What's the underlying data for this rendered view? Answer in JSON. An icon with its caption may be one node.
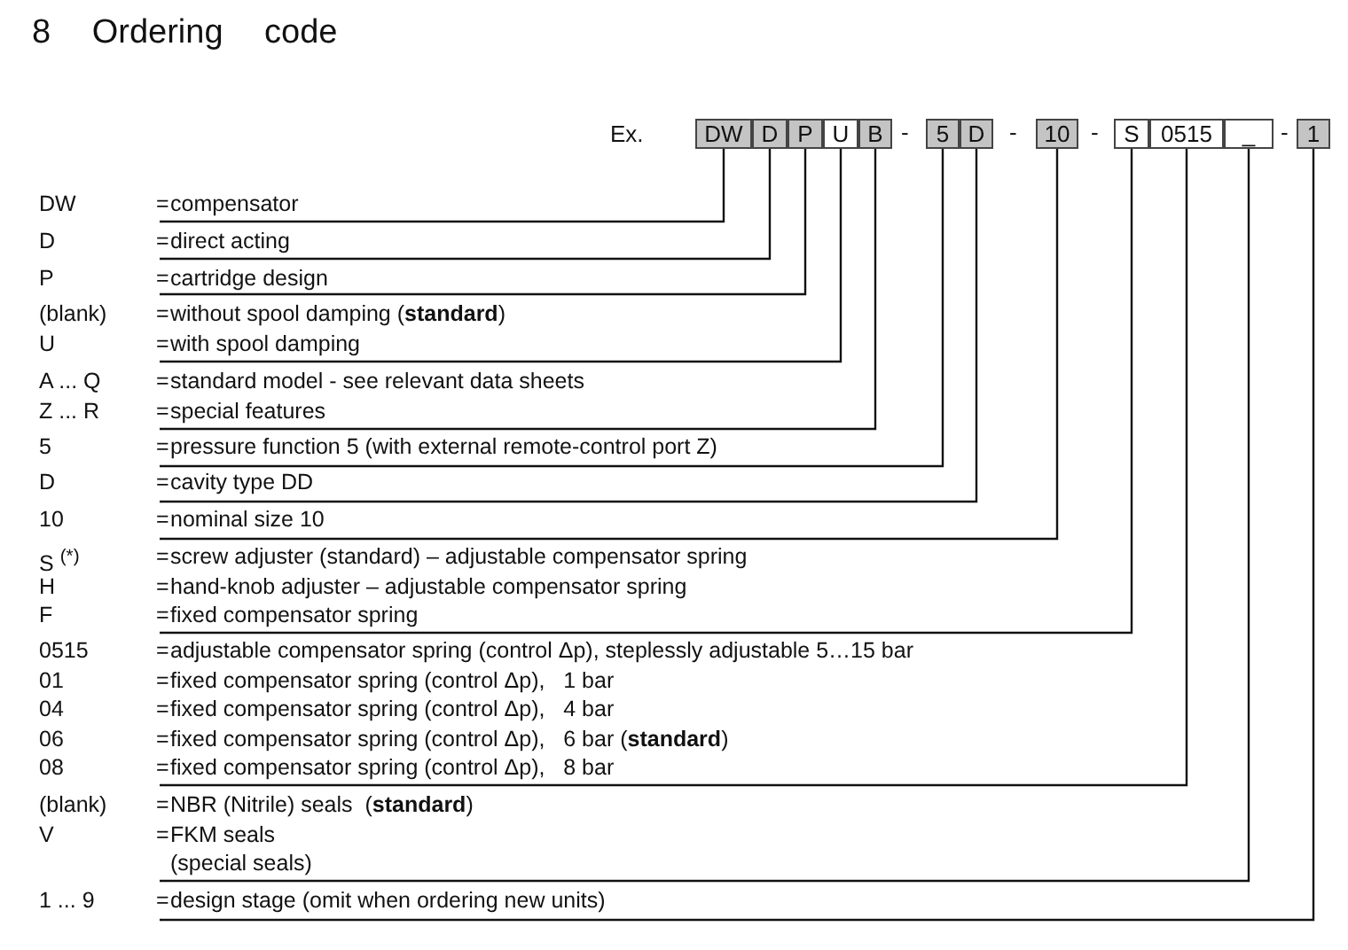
{
  "diagram": {
    "title": "8 Ordering code",
    "nodes": [
      {
        "text": [
          "DW"
        ]
      },
      {
        "text": [
          "D"
        ]
      },
      {
        "text": [
          "P"
        ]
      },
      {
        "text": [
          "U"
        ]
      },
      {
        "text": [
          "B"
        ]
      },
      {
        "text": [
          "5"
        ]
      },
      {
        "text": [
          "D"
        ]
      },
      {
        "text": [
          "10"
        ]
      },
      {
        "text": [
          "S"
        ]
      },
      {
        "text": [
          "0515"
        ]
      },
      {
        "text": [
          "_"
        ]
      },
      {
        "text": [
          "1"
        ]
      },
      {
        "text": [
          "DW",
          "=",
          "compensator"
        ]
      },
      {
        "text": [
          "D",
          "=",
          "direct acting"
        ]
      },
      {
        "text": [
          "P",
          "=",
          "cartridge design"
        ]
      },
      {
        "text": [
          "(blank)",
          "=",
          "without spool damping (**standard**)",
          "U",
          "=",
          "with spool damping"
        ]
      },
      {
        "text": [
          "A ... Q",
          "=",
          "standard model - see relevant data sheets",
          "Z ... R",
          "=",
          "special features"
        ]
      },
      {
        "text": [
          "5",
          "=",
          "pressure function 5 (with external remote-control port Z)"
        ]
      },
      {
        "text": [
          "D",
          "=",
          "cavity type DD"
        ]
      },
      {
        "text": [
          "10",
          "=",
          "nominal size 10"
        ]
      },
      {
        "text": [
          "S $^{(*)}$",
          "=",
          "screw adjuster (standard) – adjustable compensator spring",
          "H",
          "=",
          "hand-knob adjuster – adjustable compensator spring",
          "F",
          "=",
          "fixed compensator spring"
        ]
      },
      {
        "text": [
          "0515",
          "=",
          "adjustable compensator spring (control Δp), steplessly adjustable 5…15 bar",
          "01",
          "=",
          "fixed compensator spring (control Δp),   1 bar",
          "04",
          "=",
          "fixed compensator spring (control Δp),   4 bar",
          "06",
          "=",
          "fixed compensator spring (control Δp),   6 bar (**standard**)",
          "08",
          "=",
          "fixed compensator spring (control Δp),   8 bar"
        ]
      },
      {
        "text": [
          "(blank)",
          "=",
          "NBR (Nitrile) seals  (**standard**)",
          "V",
          "=",
          "FKM seals",
          "(special seals)"
        ]
      },
      {
        "text": [
          "1 ... 9",
          "=",
          "design stage (omit when ordering new units)"
        ]
      }
    ],
    "edges": [
      {
        "from": 0,
        "to": 12,
        "arrow": "none"
      },
      {
        "from": 1,
        "to": 13,
        "arrow": "none"
      },
      {
        "from": 2,
        "to": 14,
        "arrow": "none"
      },
      {
        "from": 3,
        "to": 15,
        "arrow": "none"
      },
      {
        "from": 4,
        "to": 16,
        "arrow": "none"
      },
      {
        "from": 5,
        "to": 17,
        "arrow": "none"
      },
      {
        "from": 6,
        "to": 18,
        "arrow": "none"
      },
      {
        "from": 7,
        "to": 19,
        "arrow": "none"
      },
      {
        "from": 8,
        "to": 20,
        "arrow": "none"
      },
      {
        "from": 9,
        "to": 21,
        "arrow": "none"
      },
      {
        "from": 10,
        "to": 22,
        "arrow": "none"
      },
      {
        "from": 11,
        "to": 23,
        "arrow": "none"
      }
    ],
    "labels": [
      "Ex.",
      "-",
      "-",
      "-",
      "-"
    ]
  }
}
